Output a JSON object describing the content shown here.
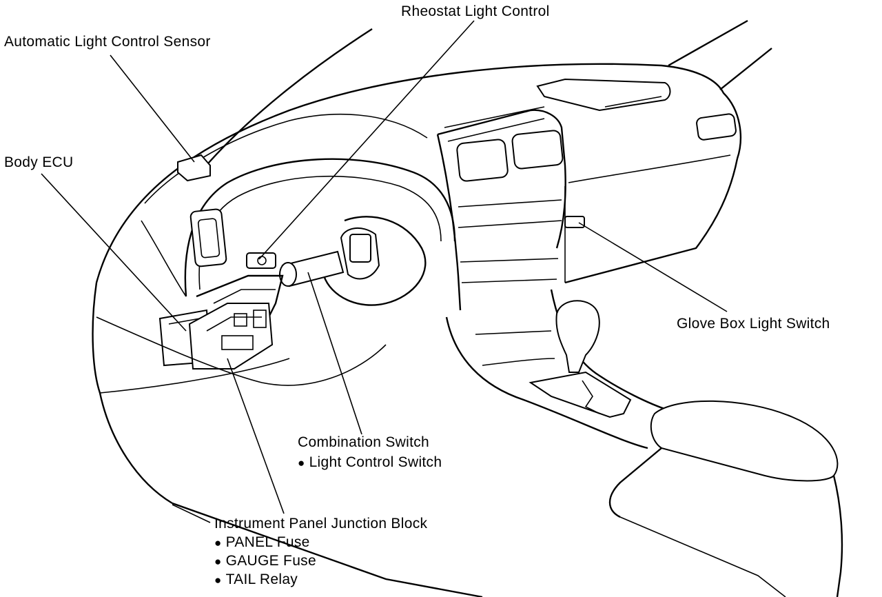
{
  "labels": {
    "rheostat": "Rheostat Light Control",
    "alc_sensor": "Automatic Light Control Sensor",
    "body_ecu": "Body ECU",
    "glove_box": "Glove Box Light Switch",
    "combination_switch": {
      "title": "Combination Switch",
      "items": [
        "Light Control Switch"
      ]
    },
    "junction_block": {
      "title": "Instrument Panel Junction Block",
      "items": [
        "PANEL Fuse",
        "GAUGE Fuse",
        "TAIL Relay"
      ]
    }
  }
}
